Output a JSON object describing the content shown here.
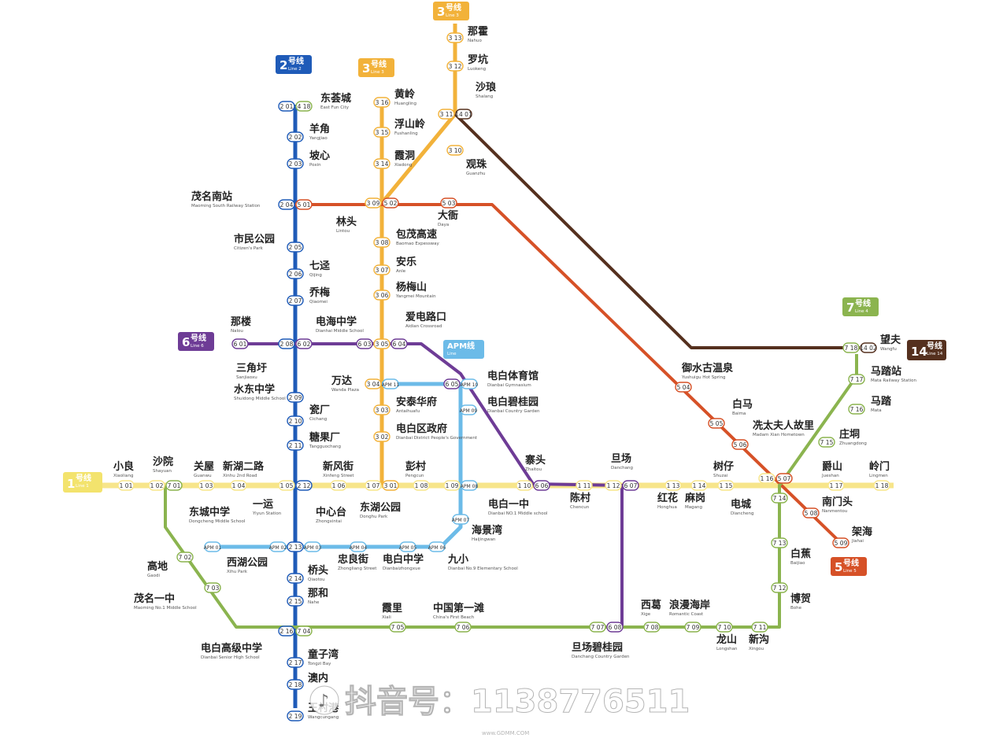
{
  "colors": {
    "line1": "#f7e58a",
    "line2": "#1f5bb8",
    "line3": "#f2b23a",
    "line4": "#8bb44f",
    "line5": "#d65127",
    "line6": "#6e3c96",
    "line14": "#55301e",
    "apm": "#6cbbe8",
    "line1_badge": "#f3e36d"
  },
  "badges": [
    {
      "id": "line2",
      "num": "2",
      "cn": "号线",
      "en": "Line 2"
    },
    {
      "id": "line3a",
      "num": "3",
      "cn": "号线",
      "en": "Line 3"
    },
    {
      "id": "line3b",
      "num": "3",
      "cn": "号线",
      "en": "Line 3"
    },
    {
      "id": "line6",
      "num": "6",
      "cn": "号线",
      "en": "Line 6"
    },
    {
      "id": "line7",
      "num": "7",
      "cn": "号线",
      "en": "Line 4"
    },
    {
      "id": "line14",
      "num": "14",
      "cn": "号线",
      "en": "Line 14"
    },
    {
      "id": "line5",
      "num": "5",
      "cn": "号线",
      "en": "Line 5"
    },
    {
      "id": "apm",
      "num": "",
      "cn": "APM线",
      "en": "Line"
    },
    {
      "id": "line1",
      "num": "1",
      "cn": "号线",
      "en": "Line 1"
    }
  ],
  "stations": [
    {
      "id": "nahuo",
      "cn": "那霍",
      "en": "Nahuo",
      "codes": [
        "3|13"
      ]
    },
    {
      "id": "luokeng",
      "cn": "罗坑",
      "en": "Luokeng",
      "codes": [
        "3|12"
      ]
    },
    {
      "id": "shalang",
      "cn": "沙琅",
      "en": "Shalang",
      "codes": [
        "3|11",
        "14|01"
      ]
    },
    {
      "id": "guanzhu",
      "cn": "观珠",
      "en": "Guanzhu",
      "codes": [
        "3|10"
      ]
    },
    {
      "id": "huangling",
      "cn": "黄岭",
      "en": "Huangling",
      "codes": [
        "3|16"
      ]
    },
    {
      "id": "fushanling",
      "cn": "浮山岭",
      "en": "Fushanling",
      "codes": [
        "3|15"
      ]
    },
    {
      "id": "xiadong",
      "cn": "霞洞",
      "en": "Xiadong",
      "codes": [
        "3|14"
      ]
    },
    {
      "id": "dongfuncheng",
      "cn": "东荟城",
      "en": "East Fun City",
      "codes": [
        "2|01",
        "4|18"
      ]
    },
    {
      "id": "yangjiao",
      "cn": "羊角",
      "en": "Yangjiao",
      "codes": [
        "2|02"
      ]
    },
    {
      "id": "poxin",
      "cn": "坡心",
      "en": "Poxin",
      "codes": [
        "2|03"
      ]
    },
    {
      "id": "maomingnan",
      "cn": "茂名南站",
      "en": "Maoming South Railway Station",
      "codes": [
        "2|04",
        "5|01"
      ]
    },
    {
      "id": "lintou",
      "cn": "林头",
      "en": "Lintou",
      "codes": [
        "3|09",
        "5|02"
      ]
    },
    {
      "id": "daya",
      "cn": "大衙",
      "en": "Daya",
      "codes": [
        "5|03"
      ]
    },
    {
      "id": "shimin",
      "cn": "市民公园",
      "en": "Citizen's Park",
      "codes": [
        "2|05"
      ]
    },
    {
      "id": "baomao",
      "cn": "包茂高速",
      "en": "Baomao Expessway",
      "codes": [
        "3|08"
      ]
    },
    {
      "id": "qijing",
      "cn": "七迳",
      "en": "Qijing",
      "codes": [
        "2|06"
      ]
    },
    {
      "id": "anle",
      "cn": "安乐",
      "en": "Anle",
      "codes": [
        "3|07"
      ]
    },
    {
      "id": "qiaomei",
      "cn": "乔梅",
      "en": "Qiaomei",
      "codes": [
        "2|07"
      ]
    },
    {
      "id": "yangmeishan",
      "cn": "杨梅山",
      "en": "Yangmei Mountain",
      "codes": [
        "3|06"
      ]
    },
    {
      "id": "nalou",
      "cn": "那楼",
      "en": "Nalou",
      "codes": [
        "6|01"
      ]
    },
    {
      "id": "dianhai",
      "cn": "电海中学",
      "en": "Dianhai Middle School",
      "codes": [
        "2|08",
        "6|02"
      ]
    },
    {
      "id": "aidian",
      "cn": "爱电路口",
      "en": "Aidian Crossroad",
      "codes": [
        "6|03",
        "3|05",
        "6|04"
      ]
    },
    {
      "id": "wangfu",
      "cn": "望夫",
      "en": "Wangfu",
      "codes": [
        "7|18",
        "14|02"
      ]
    },
    {
      "id": "yushuigu",
      "cn": "御水古温泉",
      "en": "Yushuigu Hot Spring",
      "codes": [
        "5|04"
      ]
    },
    {
      "id": "sanjiaoxu",
      "cn": "三角圩",
      "en": "Sanjiaoxu",
      "codes": []
    },
    {
      "id": "wanda",
      "cn": "万达",
      "en": "Wanda Plaza",
      "codes": [
        "3|04",
        "APM|11"
      ]
    },
    {
      "id": "tiyuguan",
      "cn": "电白体育馆",
      "en": "Dianbai Gymnasium",
      "codes": [
        "6|05",
        "APM|10"
      ]
    },
    {
      "id": "matazhan",
      "cn": "马踏站",
      "en": "Mata Railway Station",
      "codes": [
        "7|17"
      ]
    },
    {
      "id": "shuidong",
      "cn": "水东中学",
      "en": "Shuidong Middle School",
      "codes": [
        "2|09"
      ]
    },
    {
      "id": "anqin",
      "cn": "安泰华府",
      "en": "Antaihuafu",
      "codes": [
        "3|03"
      ]
    },
    {
      "id": "biguiyuan",
      "cn": "电白碧桂园",
      "en": "Dianbai Country Garden",
      "codes": [
        "APM|09"
      ]
    },
    {
      "id": "baima",
      "cn": "白马",
      "en": "Baima",
      "codes": [
        "5|05"
      ]
    },
    {
      "id": "mata",
      "cn": "马踏",
      "en": "Mata",
      "codes": [
        "7|16"
      ]
    },
    {
      "id": "cichang",
      "cn": "瓷厂",
      "en": "Cichang",
      "codes": [
        "2|10"
      ]
    },
    {
      "id": "xianfuren",
      "cn": "冼太夫人故里",
      "en": "Madam Xian Hometown",
      "codes": [
        "5|06"
      ]
    },
    {
      "id": "tangguo",
      "cn": "糖果厂",
      "en": "Tangguochang",
      "codes": [
        "2|11"
      ]
    },
    {
      "id": "zhengfu",
      "cn": "电白区政府",
      "en": "Dianbai District People's Government",
      "codes": [
        "3|02"
      ]
    },
    {
      "id": "zhuangdong",
      "cn": "庄垌",
      "en": "Zhuangdong",
      "codes": [
        "7|15"
      ]
    },
    {
      "id": "xiaoliang",
      "cn": "小良",
      "en": "Xiaoliang",
      "codes": [
        "1|01"
      ]
    },
    {
      "id": "shayuan",
      "cn": "沙院",
      "en": "Shayuan",
      "codes": [
        "1|02",
        "7|01"
      ]
    },
    {
      "id": "guanwu",
      "cn": "关屋",
      "en": "Guanwu",
      "codes": [
        "1|03"
      ]
    },
    {
      "id": "xinhu2",
      "cn": "新湖二路",
      "en": "Xinhu 2nd Road",
      "codes": [
        "1|04"
      ]
    },
    {
      "id": "xinhu_int",
      "cn": "",
      "en": "",
      "codes": [
        "1|05",
        "2|12"
      ]
    },
    {
      "id": "xinfengjie",
      "cn": "新风街",
      "en": "Xinfeng Street",
      "codes": [
        "1|06"
      ]
    },
    {
      "id": "donghu_int",
      "cn": "",
      "en": "",
      "codes": [
        "1|07",
        "3|01"
      ]
    },
    {
      "id": "pengcun",
      "cn": "彭村",
      "en": "Pengcun",
      "codes": [
        "1|08"
      ]
    },
    {
      "id": "apm08",
      "cn": "",
      "en": "",
      "codes": [
        "1|09",
        "APM|08"
      ]
    },
    {
      "id": "zhaitou",
      "cn": "寨头",
      "en": "Zhaitou",
      "codes": [
        "1|10",
        "6|06"
      ]
    },
    {
      "id": "c111",
      "cn": "",
      "en": "",
      "codes": [
        "1|11"
      ]
    },
    {
      "id": "danchang",
      "cn": "旦场",
      "en": "Danchang",
      "codes": [
        "1|12",
        "6|07"
      ]
    },
    {
      "id": "c113",
      "cn": "",
      "en": "",
      "codes": [
        "1|13"
      ]
    },
    {
      "id": "c114",
      "cn": "",
      "en": "",
      "codes": [
        "1|14"
      ]
    },
    {
      "id": "shuzai",
      "cn": "树仔",
      "en": "Shuzai",
      "codes": [
        "1|15"
      ]
    },
    {
      "id": "c116",
      "cn": "",
      "en": "",
      "codes": [
        "1|16",
        "5|07"
      ]
    },
    {
      "id": "jueshan",
      "cn": "爵山",
      "en": "Jueshan",
      "codes": [
        "1|17"
      ]
    },
    {
      "id": "lingmen",
      "cn": "岭门",
      "en": "Lingmen",
      "codes": [
        "1|18"
      ]
    },
    {
      "id": "yiyun",
      "cn": "一运",
      "en": "Yiyun Station",
      "codes": []
    },
    {
      "id": "donghupark",
      "cn": "东湖公园",
      "en": "Donghu Park",
      "codes": []
    },
    {
      "id": "diyizhong",
      "cn": "电白一中",
      "en": "Dianbai NO.1 Middle school",
      "codes": []
    },
    {
      "id": "chencun",
      "cn": "陈村",
      "en": "Chencun",
      "codes": []
    },
    {
      "id": "honghua",
      "cn": "红花",
      "en": "Honghua",
      "codes": []
    },
    {
      "id": "magang",
      "cn": "麻岗",
      "en": "Magang",
      "codes": []
    },
    {
      "id": "diancheng",
      "cn": "电城",
      "en": "Diancheng",
      "codes": []
    },
    {
      "id": "s714",
      "cn": "",
      "en": "",
      "codes": [
        "7|14"
      ]
    },
    {
      "id": "nanmentou",
      "cn": "南门头",
      "en": "Nanmentou",
      "codes": [
        "5|08"
      ]
    },
    {
      "id": "jiahai",
      "cn": "架海",
      "en": "Jiahai",
      "codes": [
        "5|09"
      ]
    },
    {
      "id": "dongcheng",
      "cn": "东城中学",
      "en": "Dongcheng Middle School",
      "codes": [
        "APM|01"
      ]
    },
    {
      "id": "zhongxintai",
      "cn": "中心台",
      "en": "Zhongxintai",
      "codes": [
        "APM|02",
        "2|13",
        "APM|03"
      ]
    },
    {
      "id": "haijingwan",
      "cn": "海景湾",
      "en": "Haijingwan",
      "codes": [
        "APM|07"
      ]
    },
    {
      "id": "apm04",
      "cn": "",
      "en": "",
      "codes": [
        "APM|04"
      ]
    },
    {
      "id": "apm05",
      "cn": "",
      "en": "",
      "codes": [
        "APM|05"
      ]
    },
    {
      "id": "apm06",
      "cn": "",
      "en": "",
      "codes": [
        "APM|06"
      ]
    },
    {
      "id": "gaodi",
      "cn": "高地",
      "en": "Gaodi",
      "codes": [
        "7|02"
      ]
    },
    {
      "id": "xihu",
      "cn": "西湖公园",
      "en": "Xihu Park",
      "codes": []
    },
    {
      "id": "zhongliang",
      "cn": "忠良街",
      "en": "Zhongliang Street",
      "codes": []
    },
    {
      "id": "dianbaizhong",
      "cn": "电白中学",
      "en": "Dianbaizhongxue",
      "codes": []
    },
    {
      "id": "jiuxiao",
      "cn": "九小",
      "en": "Dianbai No.9 Elementary School",
      "codes": []
    },
    {
      "id": "baijiao",
      "cn": "白蕉",
      "en": "Baijiao",
      "codes": [
        "7|13"
      ]
    },
    {
      "id": "qiaotou",
      "cn": "桥头",
      "en": "Qiaotou",
      "codes": [
        "2|14"
      ]
    },
    {
      "id": "nahe",
      "cn": "那和",
      "en": "Nahe",
      "codes": [
        "2|15"
      ]
    },
    {
      "id": "maomingyizhong",
      "cn": "茂名一中",
      "en": "Maoming No.1 Middle School",
      "codes": [
        "7|03"
      ]
    },
    {
      "id": "bohe",
      "cn": "博贺",
      "en": "Bohe",
      "codes": [
        "7|12"
      ]
    },
    {
      "id": "xiali",
      "cn": "霞里",
      "en": "Xiali",
      "codes": [
        "7|05"
      ]
    },
    {
      "id": "diyitan",
      "cn": "中国第一滩",
      "en": "China's First Beach",
      "codes": [
        "7|06"
      ]
    },
    {
      "id": "s216",
      "cn": "",
      "en": "",
      "codes": [
        "2|16",
        "7|04"
      ]
    },
    {
      "id": "biguiyuan2",
      "cn": "旦场碧桂园",
      "en": "Danchang Country Garden",
      "codes": [
        "7|07",
        "6|08"
      ]
    },
    {
      "id": "xige",
      "cn": "西葛",
      "en": "Xige",
      "codes": [
        "7|08"
      ]
    },
    {
      "id": "langman",
      "cn": "浪漫海岸",
      "en": "Romantic Coast",
      "codes": [
        "7|09"
      ]
    },
    {
      "id": "longshan",
      "cn": "龙山",
      "en": "Longshan",
      "codes": [
        "7|10"
      ]
    },
    {
      "id": "xingou",
      "cn": "新沟",
      "en": "Xingou",
      "codes": [
        "7|11"
      ]
    },
    {
      "id": "gaoji",
      "cn": "电白高级中学",
      "en": "Dianbai Senior High School",
      "codes": []
    },
    {
      "id": "tongziwan",
      "cn": "童子湾",
      "en": "Tongzi Bay",
      "codes": [
        "2|17"
      ]
    },
    {
      "id": "zhanei",
      "cn": "澳内",
      "en": "",
      "codes": [
        "2|18"
      ]
    },
    {
      "id": "wangcun",
      "cn": "王村港",
      "en": "Wangcungang",
      "codes": [
        "2|19"
      ]
    }
  ],
  "watermark": {
    "text": "抖音号：1138776511",
    "site": "www.GDMM.COM"
  }
}
